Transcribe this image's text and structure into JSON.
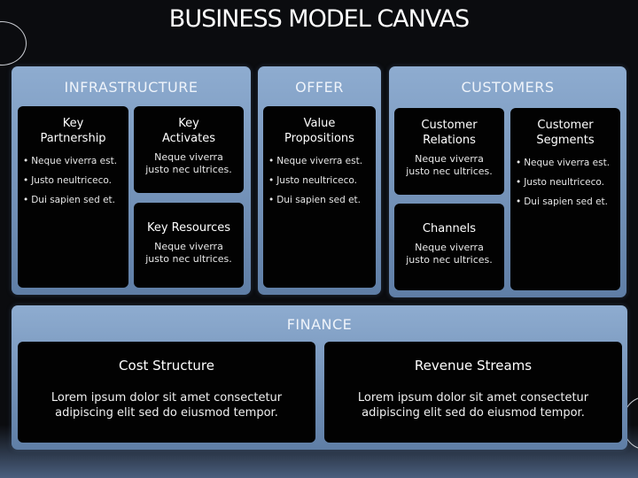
{
  "title": "BUSINESS MODEL CANVAS",
  "sections": {
    "infrastructure": {
      "label": "INFRASTRUCTURE",
      "key_partnership": {
        "title": "Key\nPartnership",
        "bullets": [
          "Neque viverra est.",
          "Justo neultriceco.",
          "Dui sapien sed et."
        ]
      },
      "key_activates": {
        "title": "Key\nActivates",
        "text": "Neque viverra\njusto nec ultrices."
      },
      "key_resources": {
        "title": "Key Resources",
        "text": "Neque viverra\njusto nec ultrices."
      }
    },
    "offer": {
      "label": "OFFER",
      "value_propositions": {
        "title": "Value\nPropositions",
        "bullets": [
          "Neque viverra est.",
          "Justo neultriceco.",
          "Dui sapien sed et."
        ]
      }
    },
    "customers": {
      "label": "CUSTOMERS",
      "customer_relations": {
        "title": "Customer\nRelations",
        "text": "Neque viverra\njusto nec ultrices."
      },
      "channels": {
        "title": "Channels",
        "text": "Neque viverra\njusto nec ultrices."
      },
      "customer_segments": {
        "title": "Customer\nSegments",
        "bullets": [
          "Neque viverra est.",
          "Justo neultriceco.",
          "Dui sapien sed et."
        ]
      }
    },
    "finance": {
      "label": "FINANCE",
      "cost_structure": {
        "title": "Cost Structure",
        "text": "Lorem ipsum dolor sit amet consectetur\nadipiscing elit sed do eiusmod tempor."
      },
      "revenue_streams": {
        "title": "Revenue Streams",
        "text": "Lorem ipsum dolor sit amet consectetur\nadipiscing elit sed do eiusmod tempor."
      }
    }
  },
  "colors": {
    "background": "#0b0c0f",
    "panel_top": "#8eacd0",
    "panel_bottom": "#5f7ea6",
    "box": "#020202"
  }
}
